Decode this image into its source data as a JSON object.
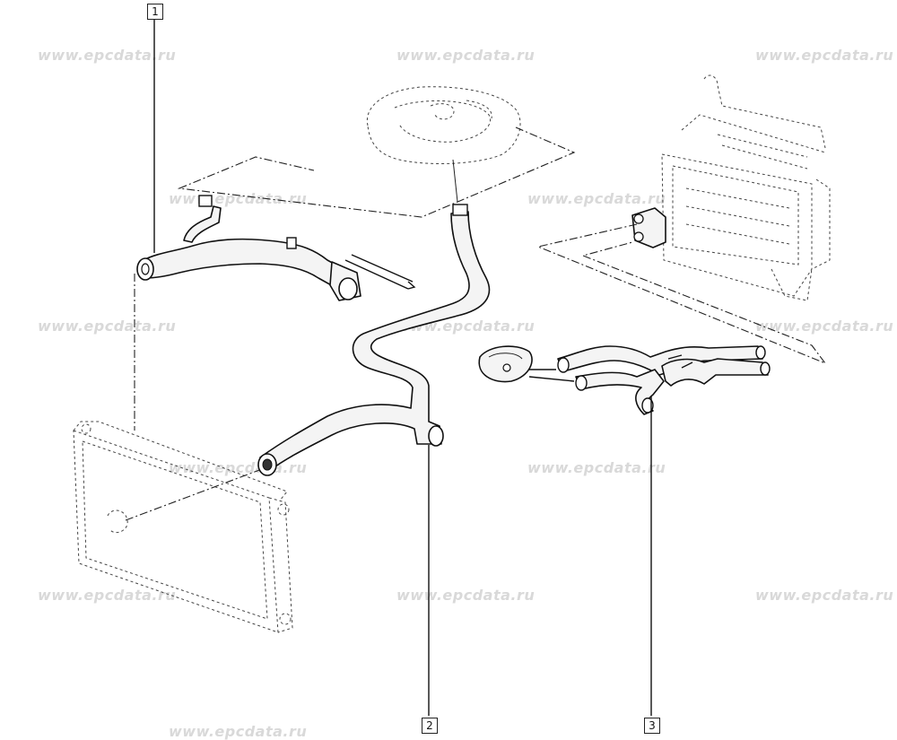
{
  "watermark": {
    "text": "www.epcdata.ru",
    "color": "#d9d9d9"
  },
  "callouts": {
    "c1": "1",
    "c2": "2",
    "c3": "3"
  },
  "colors": {
    "line": "#111111",
    "hose_fill": "#f4f4f4",
    "background": "#ffffff"
  }
}
